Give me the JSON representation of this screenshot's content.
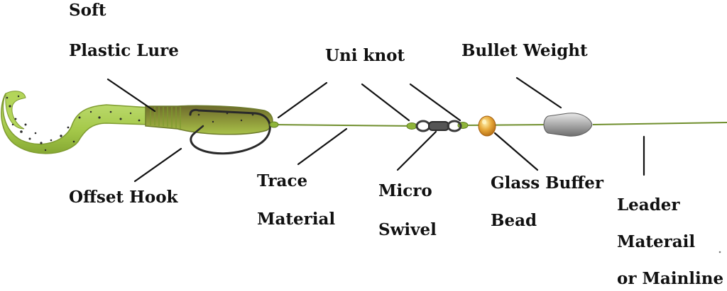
{
  "labels": {
    "soft_plastic_lure": {
      "line1": "Soft",
      "line2": "Plastic Lure"
    },
    "uni_knot": "Uni knot",
    "bullet_weight": "Bullet Weight",
    "offset_hook": "Offset Hook",
    "trace_material": {
      "line1": "Trace",
      "line2": "Material"
    },
    "micro_swivel": {
      "line1": "Micro",
      "line2": "Swivel"
    },
    "glass_buffer_bead": {
      "line1": "Glass Buffer",
      "line2": "Bead"
    },
    "leader_mainline": {
      "line1": "Leader",
      "line2": "Materail",
      "line3": "or Mainline"
    }
  },
  "colors": {
    "fishing_line": "#6f8e2c",
    "lure_body": "#a9cd4c",
    "lure_speckle": "#2b2b2b",
    "hook": "#2a2a2a",
    "swivel": "#3a3a3a",
    "bead": "#e0a030",
    "weight": "#9a9a9a",
    "pointer_line": "#111111",
    "knot": "#8fb53a"
  }
}
